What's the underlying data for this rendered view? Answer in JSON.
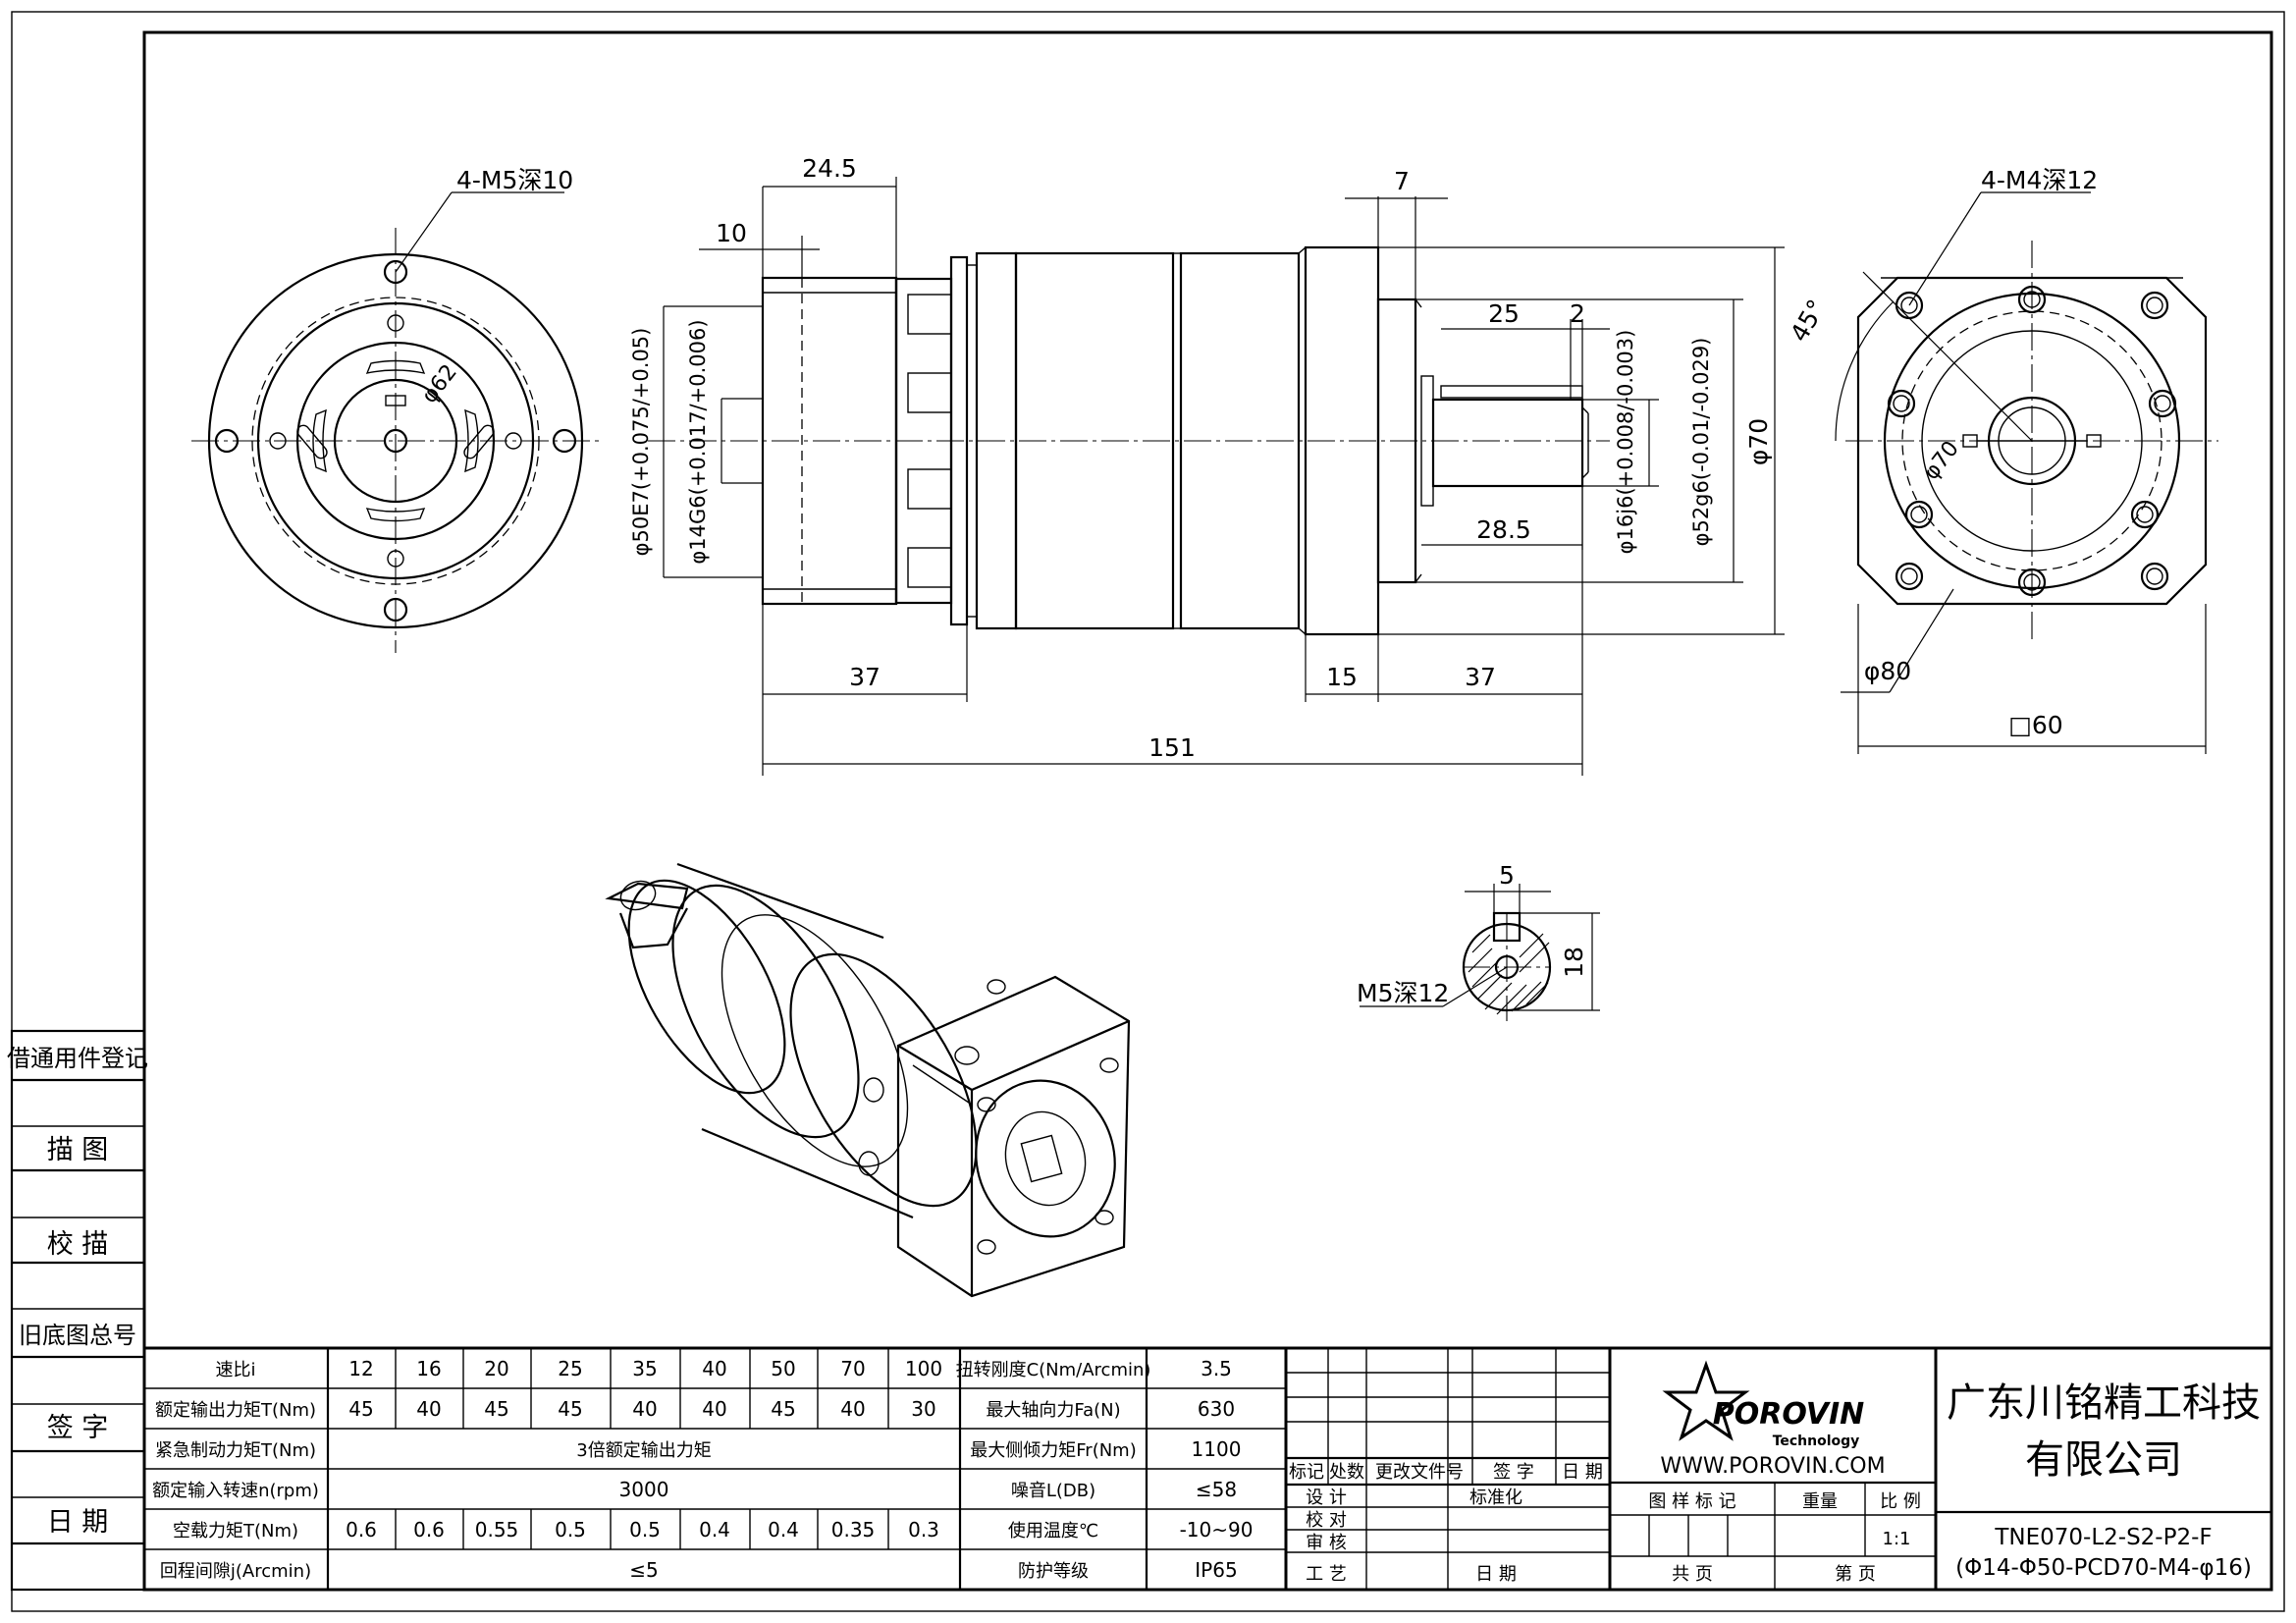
{
  "views": {
    "input_flange": {
      "thread": "4-M5深10",
      "pcd": "φ62"
    },
    "side": {
      "dims": {
        "d24_5": "24.5",
        "d10": "10",
        "d7": "7",
        "d25": "25",
        "d2": "2",
        "d28_5": "28.5",
        "d37a": "37",
        "d15": "15",
        "d37b": "37",
        "d151": "151",
        "d50": "φ50E7(+0.075/+0.05)",
        "d14": "φ14G6(+0.017/+0.006)",
        "d16": "φ16j6(+0.008/-0.003)",
        "d52": "φ52g6(-0.01/-0.029)",
        "d70": "φ70"
      }
    },
    "output_flange": {
      "thread": "4-M4深12",
      "angle": "45°",
      "pcd": "φ70",
      "outer": "φ80",
      "square": "□60"
    },
    "shaft_section": {
      "key_width": "5",
      "height": "18",
      "thread": "M5深12"
    }
  },
  "side_block": {
    "items": [
      "借通用件登记",
      "描 图",
      "校 描",
      "旧底图总号",
      "签 字",
      "日 期"
    ]
  },
  "spec_table": {
    "rows": [
      {
        "label": "速比i",
        "cells": [
          "12",
          "16",
          "20",
          "25",
          "35",
          "40",
          "50",
          "70",
          "100"
        ]
      },
      {
        "label": "额定输出力矩T(Nm)",
        "cells": [
          "45",
          "40",
          "45",
          "45",
          "40",
          "40",
          "45",
          "40",
          "30"
        ]
      },
      {
        "label": "紧急制动力矩T(Nm)",
        "span": "3倍额定输出力矩"
      },
      {
        "label": "额定输入转速n(rpm)",
        "span": "3000"
      },
      {
        "label": "空载力矩T(Nm)",
        "cells": [
          "0.6",
          "0.6",
          "0.55",
          "0.5",
          "0.5",
          "0.4",
          "0.4",
          "0.35",
          "0.3"
        ]
      },
      {
        "label": "回程间隙j(Arcmin)",
        "span": "≤5"
      }
    ],
    "right": [
      {
        "label": "扭转刚度C(Nm/Arcmin)",
        "value": "3.5"
      },
      {
        "label": "最大轴向力Fa(N)",
        "value": "630"
      },
      {
        "label": "最大侧倾力矩Fr(Nm)",
        "value": "1100"
      },
      {
        "label": "噪音L(DB)",
        "value": "≤58"
      },
      {
        "label": "使用温度℃",
        "value": "-10~90"
      },
      {
        "label": "防护等级",
        "value": "IP65"
      }
    ]
  },
  "revision": {
    "headers": [
      "标记",
      "处数",
      "更改文件号",
      "签 字",
      "日 期"
    ],
    "roles": [
      "设 计",
      "校 对",
      "审 核",
      "工 艺"
    ],
    "std": "标准化",
    "date": "日 期"
  },
  "logo": {
    "brand": "POROVIN",
    "sub": "Technology",
    "url": "WWW.POROVIN.COM"
  },
  "meta": {
    "headers": [
      "图 样 标 记",
      "重量",
      "比 例"
    ],
    "scale": "1:1",
    "total": "共 页",
    "sheet": "第 页"
  },
  "company": {
    "line1": "广东川铭精工科技",
    "line2": "有限公司"
  },
  "part": {
    "code": "TNE070-L2-S2-P2-F",
    "spec": "(Φ14-Φ50-PCD70-M4-φ16)"
  },
  "colors": {
    "line": "#000000",
    "paper": "#ffffff"
  }
}
